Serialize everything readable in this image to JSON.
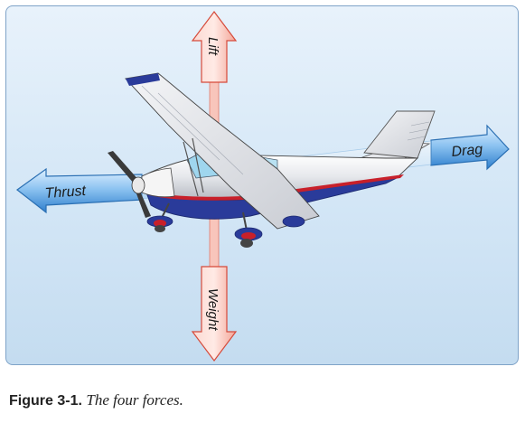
{
  "diagram": {
    "forces": {
      "lift": "Lift",
      "weight": "Weight",
      "thrust": "Thrust",
      "drag": "Drag"
    }
  },
  "caption": {
    "number": "Figure 3-1.",
    "text": "The four forces."
  },
  "colors": {
    "vertical_arrow": "#e8574a",
    "horizontal_arrow": "#2f7fce",
    "fuselage_blue": "#2a3b9a",
    "stripe_red": "#c8202a"
  }
}
